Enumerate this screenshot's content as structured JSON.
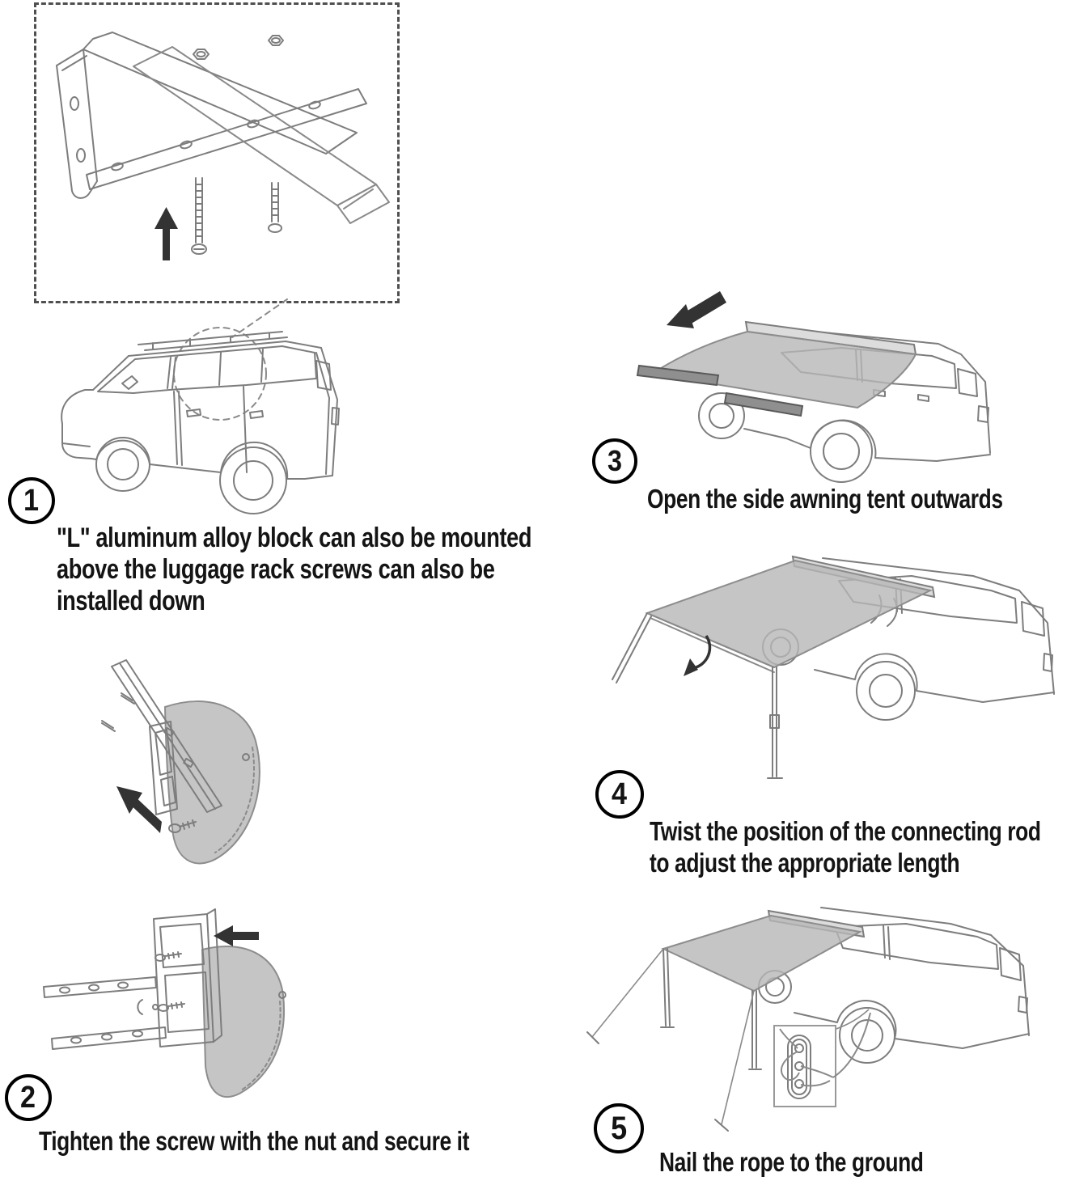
{
  "colors": {
    "text": "#141414",
    "line": "#7d7d7d",
    "fabric_gray": "#b6b6b6",
    "arrow": "#333333"
  },
  "steps": [
    {
      "number": "1",
      "lines": [
        "\"L\" aluminum alloy block can also be mounted",
        "above the luggage rack screws can also be",
        "installed down"
      ]
    },
    {
      "number": "2",
      "lines": [
        "Tighten the screw with the nut and secure it"
      ]
    },
    {
      "number": "3",
      "lines": [
        "Open the side awning tent outwards"
      ]
    },
    {
      "number": "4",
      "lines": [
        "Twist the position of the connecting rod",
        "to adjust the appropriate length"
      ]
    },
    {
      "number": "5",
      "lines": [
        "Nail the rope to the ground"
      ]
    }
  ]
}
